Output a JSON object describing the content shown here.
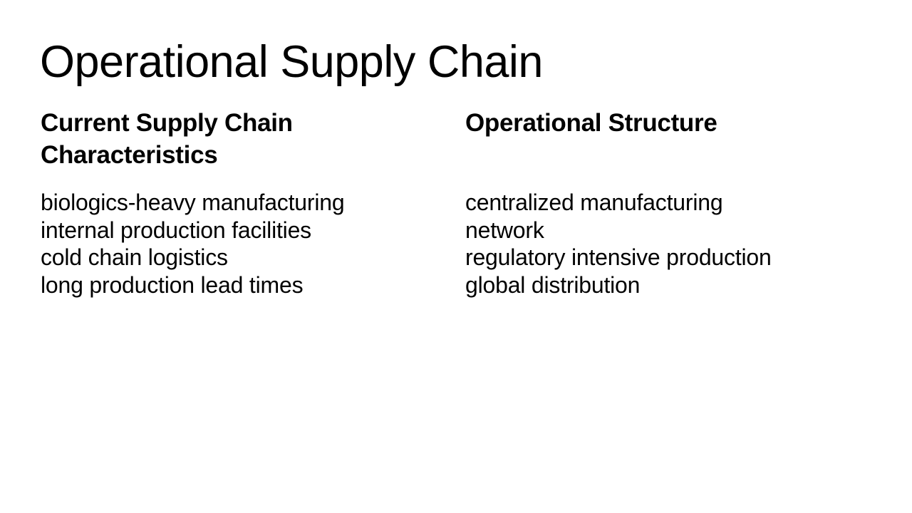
{
  "slide": {
    "title": "Operational Supply Chain",
    "columns": [
      {
        "heading": "Current Supply Chain Characteristics",
        "items": [
          "biologics-heavy manufacturing",
          "internal production facilities",
          "cold chain logistics",
          "long production lead times"
        ]
      },
      {
        "heading": "Operational Structure",
        "items": [
          "centralized manufacturing network",
          "regulatory intensive production",
          "global distribution"
        ]
      }
    ]
  },
  "colors": {
    "background": "#ffffff",
    "text": "#000000"
  }
}
